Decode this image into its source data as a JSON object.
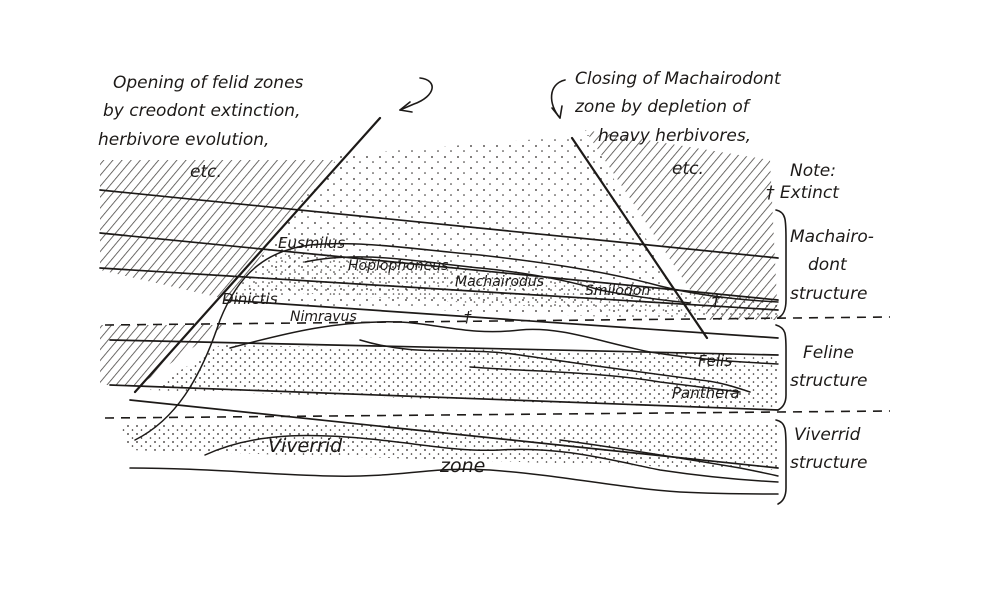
{
  "annotations": {
    "opening": [
      "Opening of felid zones",
      "by creodont extinction,",
      "herbivore evolution,",
      "etc."
    ],
    "closing": [
      "Closing of Machairodont",
      "zone by depletion of",
      "heavy herbivores,",
      "etc."
    ],
    "note": [
      "Note:",
      "† Extinct"
    ]
  },
  "taxa": {
    "eusmilus": "Eusmilus",
    "hoplophoneus": "Hoplophoneus",
    "machairodus": "Machairodus",
    "smilodon": "Smilodon",
    "dinictis": "Dinictis",
    "nimravus": "Nimravus",
    "felis": "Felis",
    "panthera": "Panthera"
  },
  "zone_label": {
    "word1": "Viverrid",
    "word2": "zone"
  },
  "structures": {
    "machairodont": [
      "Machairo-",
      "dont",
      "structure"
    ],
    "feline": [
      "Feline",
      "structure"
    ],
    "viverrid": [
      "Viverrid",
      "structure"
    ]
  },
  "extinct_marks": [
    "†",
    "†"
  ]
}
